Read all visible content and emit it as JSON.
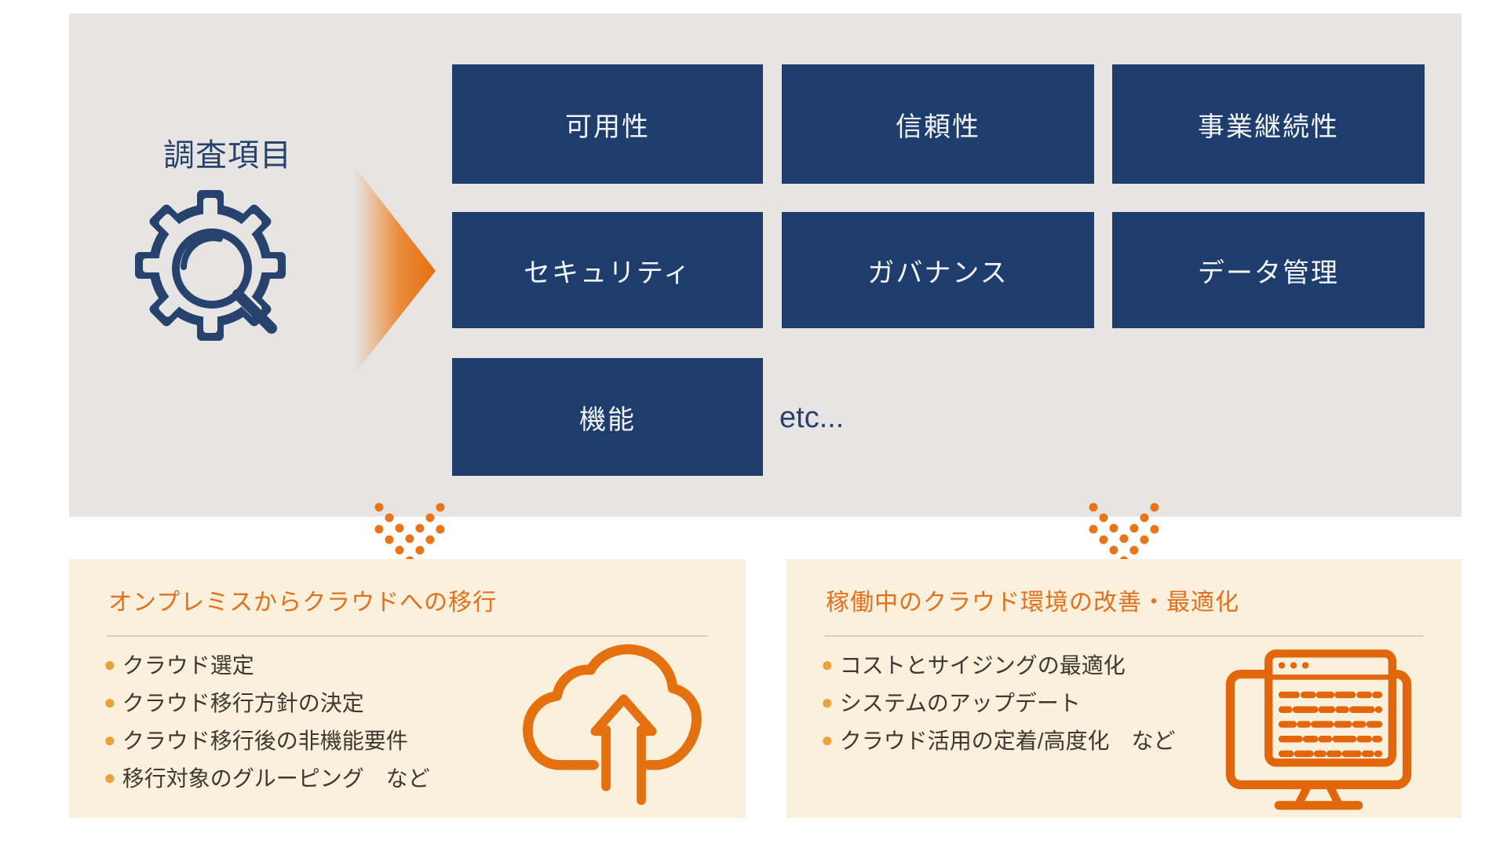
{
  "colors": {
    "panel_bg": "#e6e5e3",
    "box_blue": "#1e3c6c",
    "box_text": "#f3f6fa",
    "navy_text": "#28426e",
    "icon_orange": "#e5700f",
    "dot_orange": "#ea7418",
    "card_bg": "#faf0dc",
    "title_orange": "#e2701c",
    "bullet_amber": "#e7a43c",
    "body_text": "#3d3831",
    "divider": "#e0d1ae"
  },
  "bullet_marker": "●",
  "survey": {
    "label": "調査項目",
    "etc_label": "etc...",
    "items": [
      "可用性",
      "信頼性",
      "事業継続性",
      "セキュリティ",
      "ガバナンス",
      "データ管理",
      "機能"
    ]
  },
  "sections": [
    {
      "title": "オンプレミスからクラウドへの移行",
      "bullets": [
        "クラウド選定",
        "クラウド移行方針の決定",
        "クラウド移行後の非機能要件",
        "移行対象のグルーピング　など"
      ],
      "icon": "cloud-upload-icon"
    },
    {
      "title": "稼働中のクラウド環境の改善・最適化",
      "bullets": [
        "コストとサイジングの最適化",
        "システムのアップデート",
        "クラウド活用の定着/高度化　など"
      ],
      "icon": "monitor-browser-icon"
    }
  ]
}
